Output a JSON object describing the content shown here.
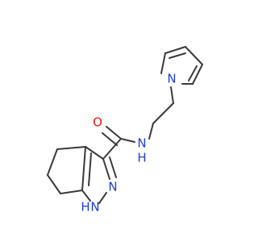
{
  "molecule": {
    "bond_color": "#3a3a3a",
    "nitrogen_color": "#1f3fd6",
    "oxygen_color": "#e8150c",
    "atom_labels": {
      "oxygen": "O",
      "amide_nh": "N",
      "amide_h": "H",
      "pyrrole_n": "N",
      "pyrazole_n": "N",
      "pyrazole_nh": "N",
      "pyrazole_h": "H"
    }
  }
}
